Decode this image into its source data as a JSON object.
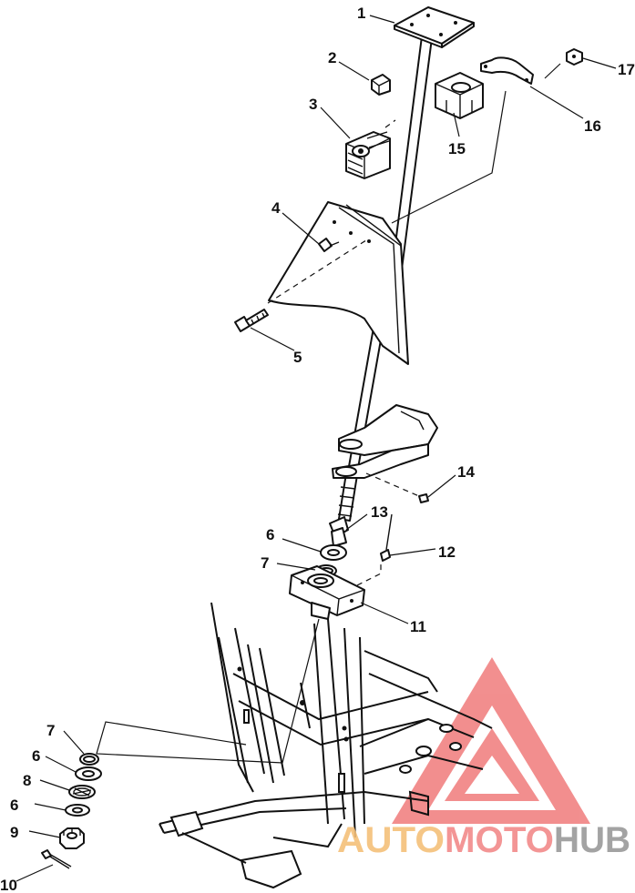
{
  "watermark": {
    "text_a": "AUTO",
    "text_b": "MOTO",
    "text_c": "HUB",
    "color_a": "#f5c07a",
    "color_b": "#f28a8a",
    "color_c": "#9a9a9a",
    "logo_color": "#f07b7b"
  },
  "callouts": {
    "c1": "1",
    "c2": "2",
    "c3": "3",
    "c4": "4",
    "c5": "5",
    "c6a": "6",
    "c7a": "7",
    "c11": "11",
    "c12": "12",
    "c13": "13",
    "c14": "14",
    "c15": "15",
    "c16": "16",
    "c17": "17",
    "c7b": "7",
    "c6b": "6",
    "c8": "8",
    "c6c": "6",
    "c9": "9",
    "c10": "10"
  }
}
